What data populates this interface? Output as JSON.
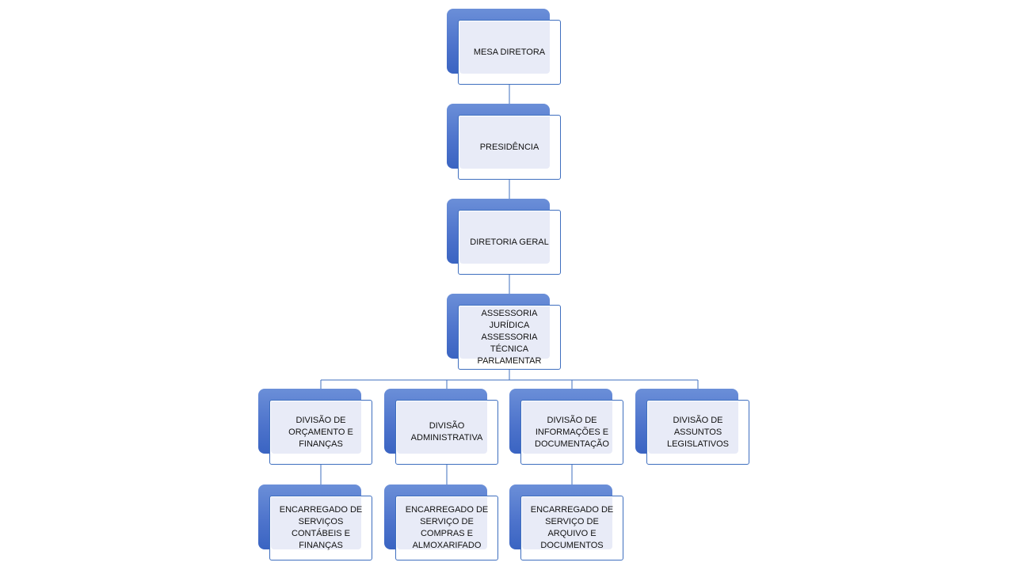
{
  "org_chart": {
    "colors": {
      "box_gradient_top": "#6b8fd8",
      "box_gradient_bottom": "#3a64c2",
      "box_border": "#3f6fbf",
      "box_fill": "#e8ebf7",
      "connector": "#3f6fbf"
    },
    "nodes": [
      {
        "id": "mesa-diretora",
        "lines": [
          "MESA  DIRETORA"
        ]
      },
      {
        "id": "presidencia",
        "lines": [
          "PRESIDÊNCIA"
        ]
      },
      {
        "id": "diretoria-geral",
        "lines": [
          "DIRETORIA GERAL"
        ]
      },
      {
        "id": "assessorias",
        "lines": [
          "ASSESSORIA",
          "JURÍDICA",
          "ASSESSORIA  TÉCNICA",
          "PARLAMENTAR"
        ]
      },
      {
        "id": "divisao-orcamento",
        "lines": [
          "DIVISÃO DE",
          "ORÇAMENTO  E",
          "FINANÇAS"
        ]
      },
      {
        "id": "divisao-administrativa",
        "lines": [
          "DIVISÃO",
          "ADMINISTRATIVA"
        ]
      },
      {
        "id": "divisao-informacoes",
        "lines": [
          "DIVISÃO DE",
          "INFORMAÇÕES  E",
          "DOCUMENTAÇÃO"
        ]
      },
      {
        "id": "divisao-assuntos",
        "lines": [
          "DIVISÃO DE",
          "ASSUNTOS",
          "LEGISLATIVOS"
        ]
      },
      {
        "id": "encarregado-contabeis",
        "lines": [
          "ENCARREGADO  DE",
          "SERVIÇOS",
          "CONTÁBEIS  E",
          "FINANÇAS"
        ]
      },
      {
        "id": "encarregado-compras",
        "lines": [
          "ENCARREGADO  DE",
          "SERVIÇO DE",
          "COMPRAS E",
          "ALMOXARIFADO"
        ]
      },
      {
        "id": "encarregado-arquivo",
        "lines": [
          "ENCARREGADO  DE",
          "SERVIÇO DE",
          "ARQUIVO E",
          "DOCUMENTOS"
        ]
      }
    ],
    "edges": [
      {
        "from": "mesa-diretora",
        "to": "presidencia"
      },
      {
        "from": "presidencia",
        "to": "diretoria-geral"
      },
      {
        "from": "diretoria-geral",
        "to": "assessorias"
      },
      {
        "from": "assessorias",
        "to": "divisao-orcamento"
      },
      {
        "from": "assessorias",
        "to": "divisao-administrativa"
      },
      {
        "from": "assessorias",
        "to": "divisao-informacoes"
      },
      {
        "from": "assessorias",
        "to": "divisao-assuntos"
      },
      {
        "from": "divisao-orcamento",
        "to": "encarregado-contabeis"
      },
      {
        "from": "divisao-administrativa",
        "to": "encarregado-compras"
      },
      {
        "from": "divisao-informacoes",
        "to": "encarregado-arquivo"
      }
    ]
  }
}
